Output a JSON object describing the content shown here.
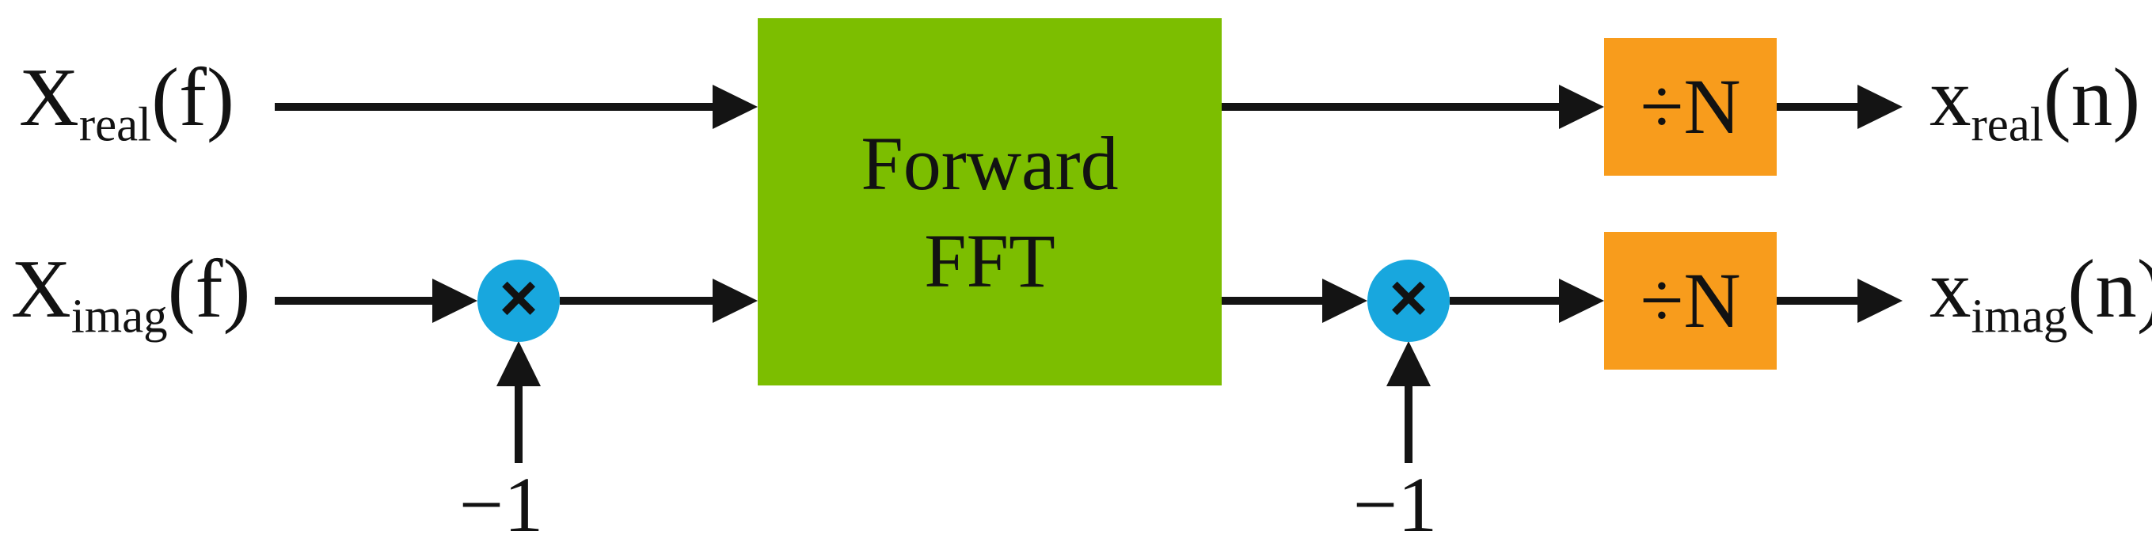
{
  "signals": {
    "input_real": {
      "base": "X",
      "sub": "real",
      "arg": "(f)"
    },
    "input_imag": {
      "base": "X",
      "sub": "imag",
      "arg": "(f)"
    },
    "output_real": {
      "base": "x",
      "sub": "real",
      "arg": "(n)"
    },
    "output_imag": {
      "base": "x",
      "sub": "imag",
      "arg": "(n)"
    }
  },
  "blocks": {
    "fft": {
      "line1": "Forward",
      "line2": "FFT"
    },
    "divide": {
      "label": "÷N"
    },
    "multiplier": {
      "symbol": "×",
      "operand": "−1"
    }
  },
  "colors": {
    "fft_box_green": "#7cbe00",
    "divide_box_orange": "#f89c1c",
    "multiplier_blue": "#18a7de",
    "line_black": "#141414"
  }
}
